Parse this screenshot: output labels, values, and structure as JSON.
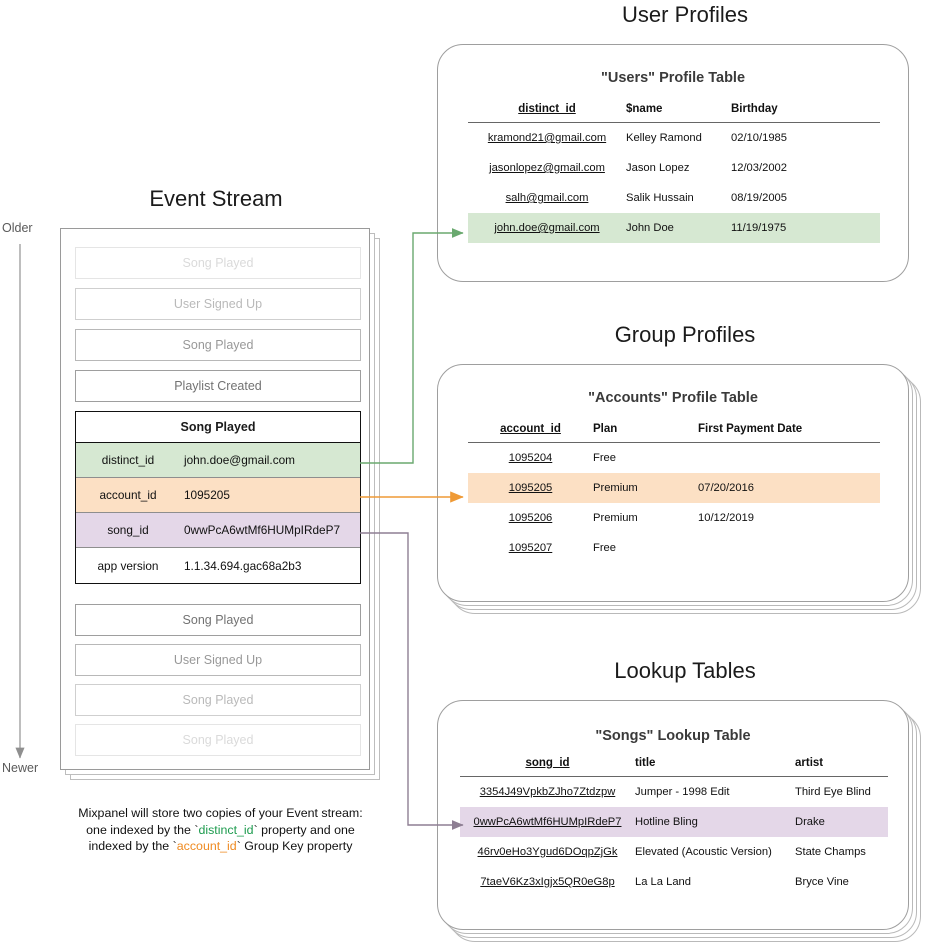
{
  "sections": {
    "event_stream_title": "Event Stream",
    "user_profiles_title": "User Profiles",
    "group_profiles_title": "Group Profiles",
    "lookup_tables_title": "Lookup Tables"
  },
  "time_axis": {
    "older_label": "Older",
    "newer_label": "Newer"
  },
  "event_stream": {
    "events_above": [
      {
        "name": "Song Played"
      },
      {
        "name": "User Signed Up"
      },
      {
        "name": "Song Played"
      },
      {
        "name": "Playlist Created"
      }
    ],
    "focused_event": {
      "name": "Song Played",
      "properties": [
        {
          "key": "distinct_id",
          "value": "john.doe@gmail.com",
          "highlight": "green"
        },
        {
          "key": "account_id",
          "value": "1095205",
          "highlight": "orange"
        },
        {
          "key": "song_id",
          "value": "0wwPcA6wtMf6HUMpIRdeP7",
          "highlight": "purple"
        },
        {
          "key": "app version",
          "value": "1.1.34.694.gac68a2b3",
          "highlight": "none"
        }
      ]
    },
    "events_below": [
      {
        "name": "Song Played"
      },
      {
        "name": "User Signed Up"
      },
      {
        "name": "Song Played"
      },
      {
        "name": "Song Played"
      }
    ]
  },
  "caption": {
    "line1": "Mixpanel will store two copies of your Event stream:",
    "line2_pre": "one indexed by the `",
    "line2_token": "distinct_id",
    "line2_post": "` property and one",
    "line3_pre": "indexed by the `",
    "line3_token": "account_id",
    "line3_post": "` Group Key property"
  },
  "users_table": {
    "title": "\"Users\" Profile Table",
    "columns": [
      "distinct_id",
      "$name",
      "Birthday"
    ],
    "rows": [
      {
        "distinct_id": "kramond21@gmail.com",
        "name": "Kelley Ramond",
        "birthday": "02/10/1985",
        "highlight": false
      },
      {
        "distinct_id": "jasonlopez@gmail.com",
        "name": "Jason Lopez",
        "birthday": "12/03/2002",
        "highlight": false
      },
      {
        "distinct_id": "salh@gmail.com",
        "name": "Salik Hussain",
        "birthday": "08/19/2005",
        "highlight": false
      },
      {
        "distinct_id": "john.doe@gmail.com",
        "name": "John Doe",
        "birthday": "11/19/1975",
        "highlight": true
      }
    ]
  },
  "accounts_table": {
    "title": "\"Accounts\" Profile Table",
    "columns": [
      "account_id",
      "Plan",
      "First Payment Date"
    ],
    "rows": [
      {
        "account_id": "1095204",
        "plan": "Free",
        "first_payment_date": "",
        "highlight": false
      },
      {
        "account_id": "1095205",
        "plan": "Premium",
        "first_payment_date": "07/20/2016",
        "highlight": true
      },
      {
        "account_id": "1095206",
        "plan": "Premium",
        "first_payment_date": "10/12/2019",
        "highlight": false
      },
      {
        "account_id": "1095207",
        "plan": "Free",
        "first_payment_date": "",
        "highlight": false
      }
    ]
  },
  "songs_table": {
    "title": "\"Songs\" Lookup Table",
    "columns": [
      "song_id",
      "title",
      "artist"
    ],
    "rows": [
      {
        "song_id": "3354J49VpkbZJho7Ztdzpw",
        "title": "Jumper - 1998 Edit",
        "artist": "Third Eye Blind",
        "highlight": false
      },
      {
        "song_id": "0wwPcA6wtMf6HUMpIRdeP7",
        "title": "Hotline Bling",
        "artist": "Drake",
        "highlight": true
      },
      {
        "song_id": "46rv0eHo3Ygud6DOqpZjGk",
        "title": "Elevated (Acoustic Version)",
        "artist": "State Champs",
        "highlight": false
      },
      {
        "song_id": "7taeV6Kz3xIgjx5QR0eG8p",
        "title": "La La Land",
        "artist": "Bryce Vine",
        "highlight": false
      }
    ]
  },
  "colors": {
    "distinct_id_accent": "#6aa96f",
    "account_id_accent": "#ef9a36",
    "song_id_accent": "#8e7f93",
    "green_row": "#d6e8d2",
    "orange_row": "#fce0c4",
    "purple_row": "#e4d7e8"
  }
}
